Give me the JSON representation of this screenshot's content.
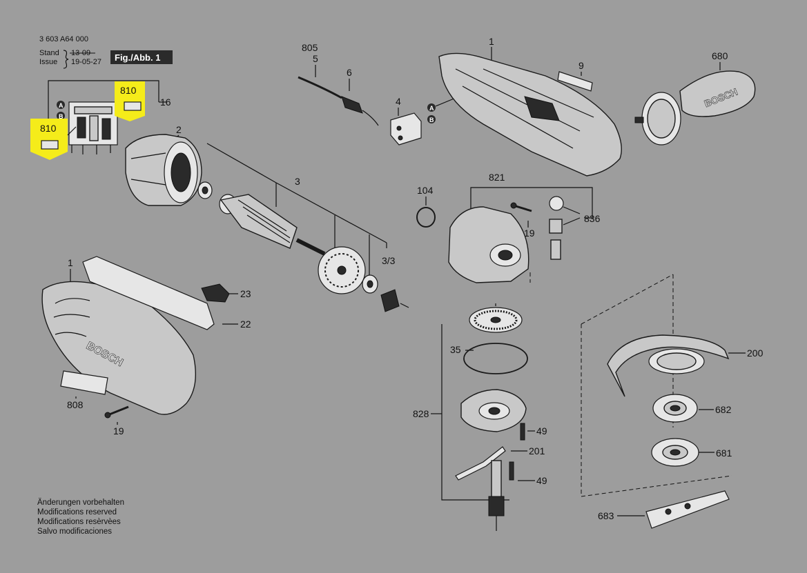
{
  "header": {
    "doc_number": "3 603 A64 000",
    "stand_label": "Stand",
    "issue_label": "Issue",
    "old_date": "13-09",
    "new_date": "19-05-27",
    "fig_label": "Fig./Abb. 1"
  },
  "callouts": {
    "c1_housing_top": "1",
    "c1_housing_bottom": "1",
    "c2": "2",
    "c3": "3",
    "c3_3": "3/3",
    "c4": "4",
    "c5": "5",
    "c6": "6",
    "c9": "9",
    "c16": "16",
    "c19_top": "19",
    "c19_bottom": "19",
    "c22": "22",
    "c23": "23",
    "c35": "35",
    "c49_a": "49",
    "c49_b": "49",
    "c104": "104",
    "c200": "200",
    "c201": "201",
    "c680": "680",
    "c681": "681",
    "c682": "682",
    "c683": "683",
    "c805": "805",
    "c808": "808",
    "c810_a": "810",
    "c810_b": "810",
    "c821": "821",
    "c828": "828",
    "c836": "836"
  },
  "markers": {
    "a": "A",
    "b": "B"
  },
  "brand": "BOSCH",
  "notes": [
    "Änderungen vorbehalten",
    "Modifications reserved",
    "Modifications resèrvèes",
    "Salvo modificaciones"
  ],
  "colors": {
    "background": "#9d9d9d",
    "highlight": "#f5ec1a",
    "ink": "#111111"
  }
}
